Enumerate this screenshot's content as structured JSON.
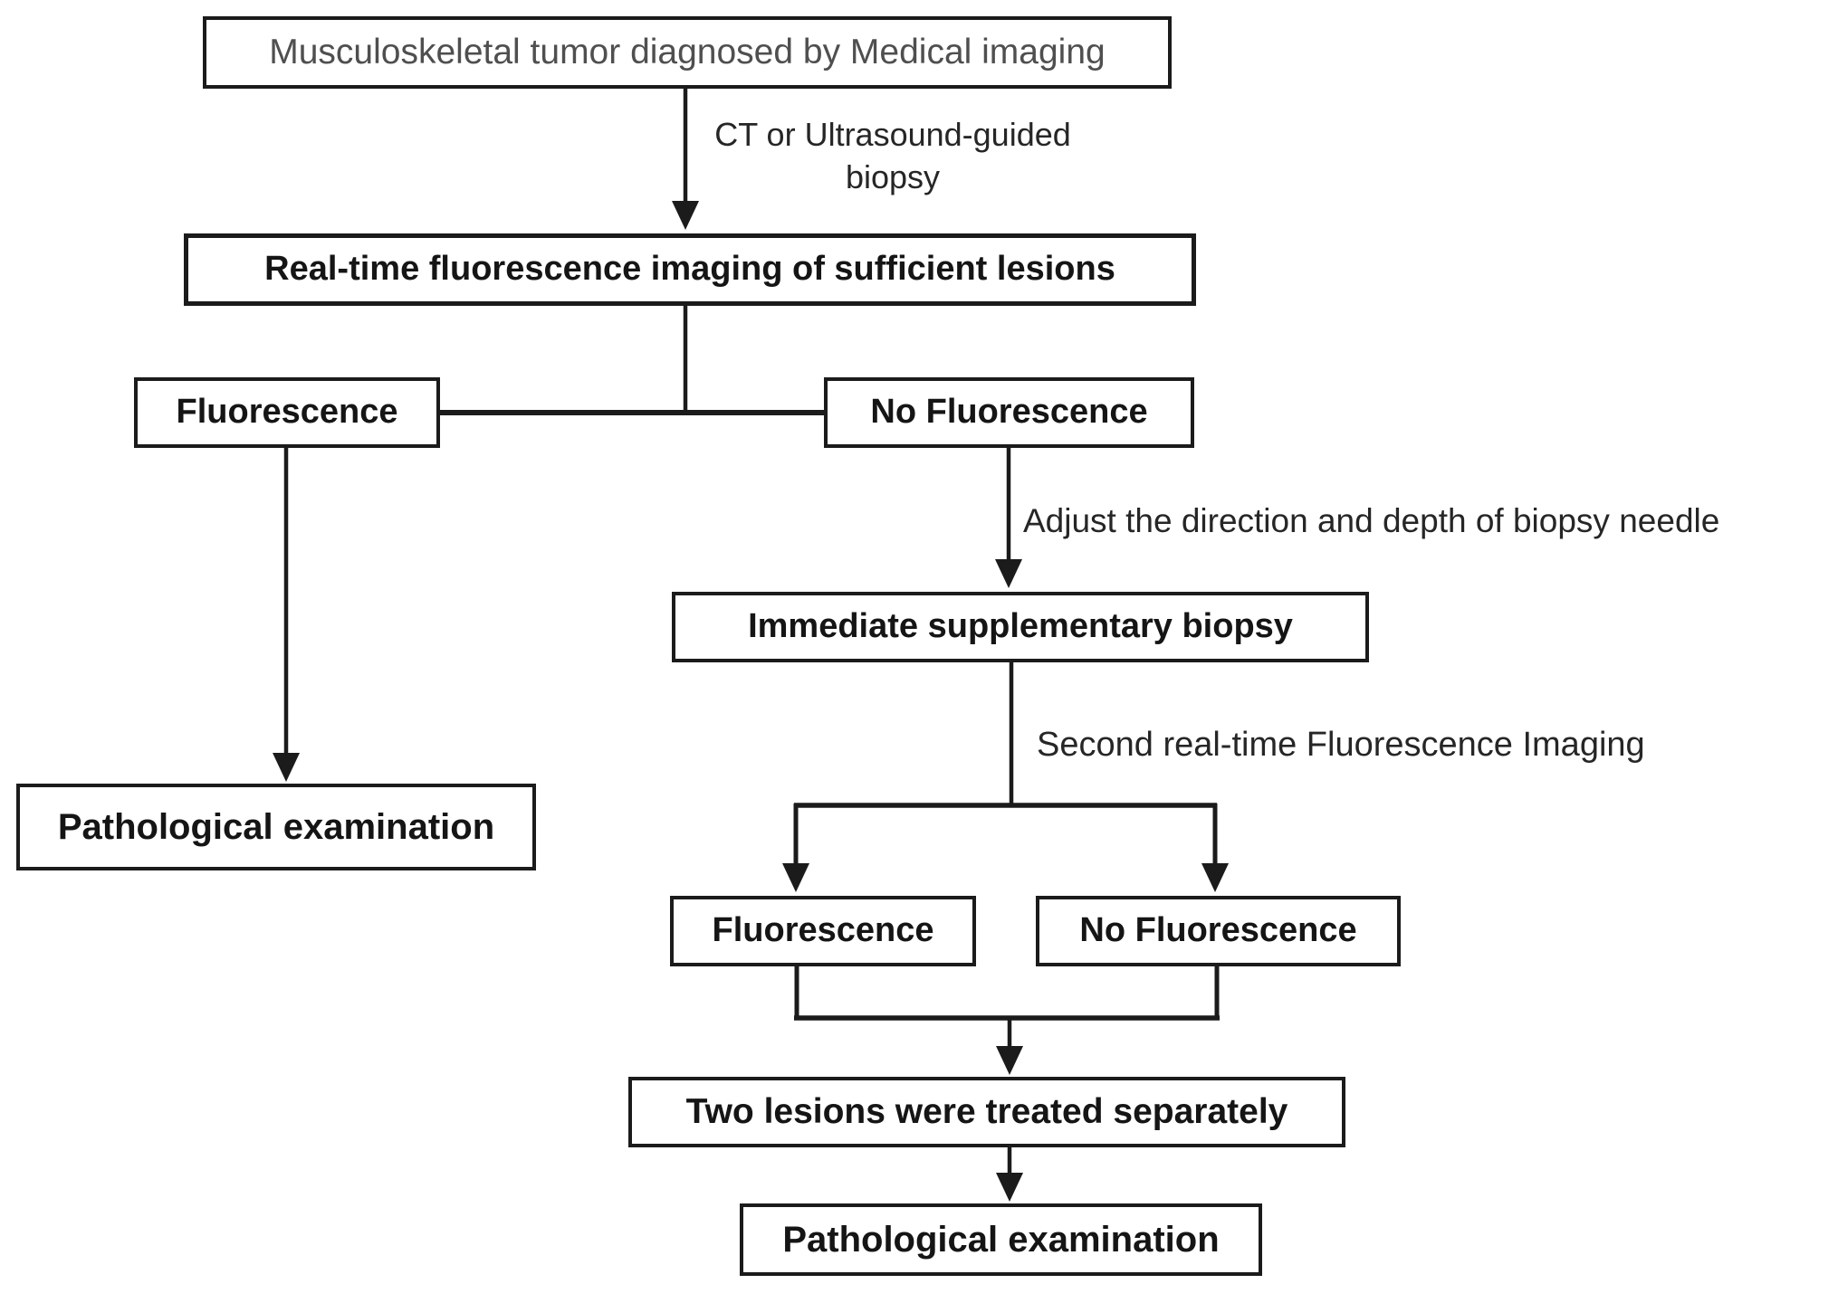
{
  "diagram": {
    "nodes": {
      "start": {
        "label": "Musculoskeletal tumor diagnosed by Medical imaging"
      },
      "imaging": {
        "label": "Real-time fluorescence imaging of sufficient lesions"
      },
      "fluorescence_1": {
        "label": "Fluorescence"
      },
      "no_fluorescence_1": {
        "label": "No Fluorescence"
      },
      "pathology_left": {
        "label": "Pathological examination"
      },
      "supplementary_biopsy": {
        "label": "Immediate supplementary biopsy"
      },
      "fluorescence_2": {
        "label": "Fluorescence"
      },
      "no_fluorescence_2": {
        "label": "No Fluorescence"
      },
      "treated_separately": {
        "label": "Two lesions were treated separately"
      },
      "pathology_bottom": {
        "label": "Pathological examination"
      }
    },
    "edge_labels": {
      "ct_biopsy": "CT or Ultrasound-guided biopsy",
      "adjust_needle": "Adjust the direction and depth of biopsy needle",
      "second_imaging": "Second real-time Fluorescence Imaging"
    },
    "colors": {
      "line": "#1b1b1b",
      "box_border": "#1b1b1b",
      "box_text": "#151515",
      "start_text": "#4f4f4f",
      "label_text": "#262626",
      "background": "#ffffff"
    }
  }
}
